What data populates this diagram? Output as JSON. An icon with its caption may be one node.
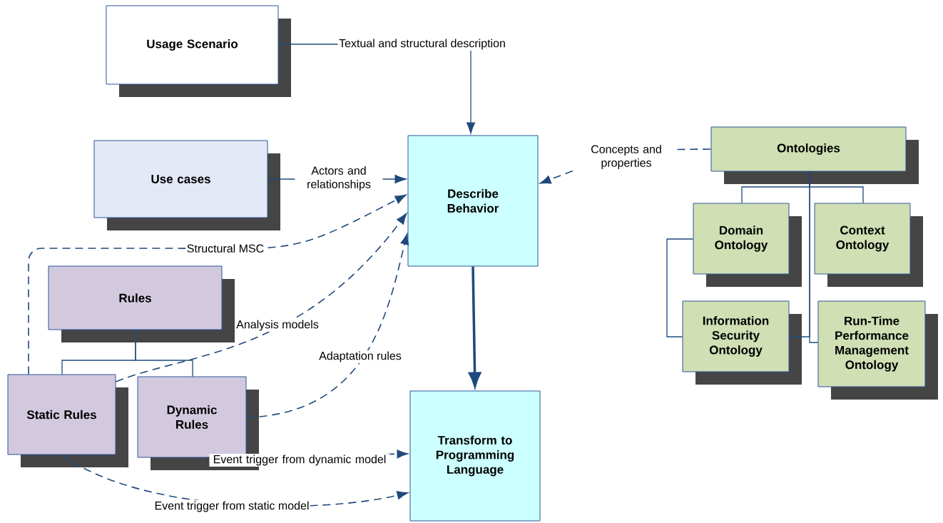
{
  "diagram": {
    "nodes": [
      {
        "text": [
          "Usage Scenario"
        ]
      },
      {
        "text": [
          "Use cases"
        ]
      },
      {
        "text": [
          "Describe Behavior"
        ]
      },
      {
        "text": [
          "Ontologies"
        ]
      },
      {
        "text": [
          "Rules"
        ]
      },
      {
        "text": [
          "Domain Ontology"
        ]
      },
      {
        "text": [
          "Context Ontology"
        ]
      },
      {
        "text": [
          "Static Rules"
        ]
      },
      {
        "text": [
          "Dynamic Rules"
        ]
      },
      {
        "text": [
          "Information Security Ontology"
        ]
      },
      {
        "text": [
          "Run-Time Performance Management Ontology"
        ]
      },
      {
        "text": [
          "Transform to Programming Language"
        ]
      }
    ],
    "edges": [
      {
        "from": 0,
        "to": 2,
        "arrow": "to",
        "label": "Textual and structural description"
      },
      {
        "from": 1,
        "to": 2,
        "arrow": "to",
        "label": "Actors and relationships"
      },
      {
        "from": 3,
        "to": 2,
        "arrow": "to",
        "label": "Concepts and properties",
        "style": "dashed"
      },
      {
        "from": 7,
        "to": 2,
        "arrow": "to",
        "label": "Structural MSC",
        "style": "dashed"
      },
      {
        "from": 7,
        "to": 2,
        "arrow": "to",
        "label": "Analysis models",
        "style": "dashed"
      },
      {
        "from": 8,
        "to": 2,
        "arrow": "to",
        "label": "Adaptation rules",
        "style": "dashed"
      },
      {
        "from": 2,
        "to": 11,
        "arrow": "to",
        "style": "thick"
      },
      {
        "from": 8,
        "to": 11,
        "arrow": "to",
        "label": "Event trigger from dynamic model",
        "style": "dashed"
      },
      {
        "from": 7,
        "to": 11,
        "arrow": "to",
        "label": "Event trigger from static model",
        "style": "dashed"
      },
      {
        "from": 4,
        "to": 7,
        "arrow": "none"
      },
      {
        "from": 4,
        "to": 8,
        "arrow": "none"
      },
      {
        "from": 3,
        "to": 5,
        "arrow": "none"
      },
      {
        "from": 3,
        "to": 6,
        "arrow": "none"
      },
      {
        "from": 3,
        "to": 9,
        "arrow": "none"
      },
      {
        "from": 3,
        "to": 10,
        "arrow": "none"
      },
      {
        "from": 5,
        "to": 9,
        "arrow": "none"
      }
    ]
  }
}
